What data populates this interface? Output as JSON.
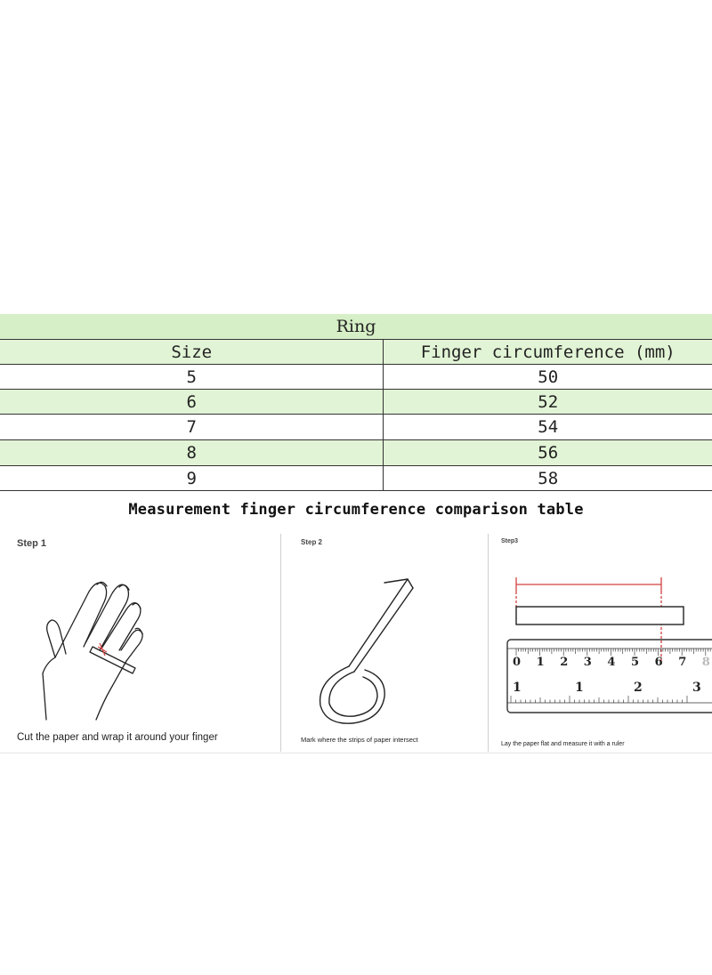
{
  "table": {
    "title": "Ring",
    "headers": {
      "size": "Size",
      "circumference": "Finger circumference (mm)"
    },
    "rows": [
      {
        "size": "5",
        "mm": "50"
      },
      {
        "size": "6",
        "mm": "52"
      },
      {
        "size": "7",
        "mm": "54"
      },
      {
        "size": "8",
        "mm": "56"
      },
      {
        "size": "9",
        "mm": "58"
      }
    ],
    "colors": {
      "title_bg": "#d6efc6",
      "row_green": "#e2f4d6",
      "row_white": "#ffffff"
    }
  },
  "instructions": {
    "heading": "Measurement finger circumference comparison table",
    "steps": [
      {
        "label": "Step 1",
        "caption": "Cut the paper and wrap it around your finger",
        "icon": "hand-wrap-illustration"
      },
      {
        "label": "Step 2",
        "caption": "Mark where the strips of paper intersect",
        "icon": "paper-loop-illustration"
      },
      {
        "label": "Step3",
        "caption": "Lay the paper flat and measure it with a ruler",
        "icon": "ruler-measure-illustration"
      }
    ],
    "ruler": {
      "top_numbers": [
        "0",
        "1",
        "2",
        "3",
        "4",
        "5",
        "6",
        "7",
        "8"
      ],
      "bottom_numbers": [
        "1",
        "1",
        "2",
        "3"
      ],
      "mark_color": "#d44040"
    }
  }
}
